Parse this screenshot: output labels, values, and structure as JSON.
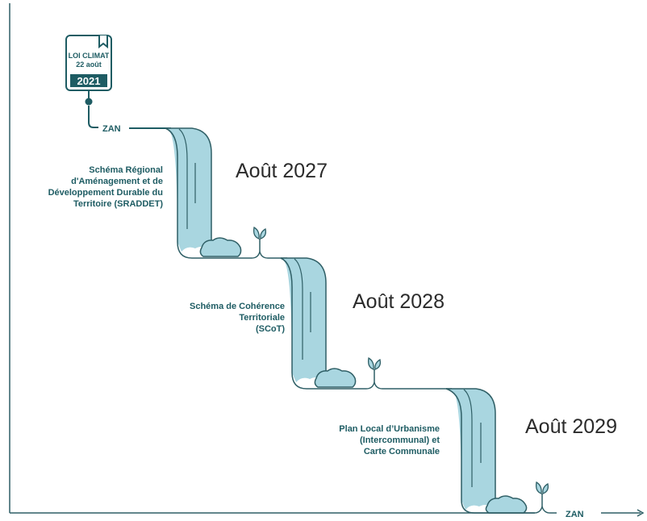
{
  "calendar": {
    "line1": "LOI CLIMAT",
    "line2": "22 août",
    "year": "2021"
  },
  "zan_start": "ZAN",
  "zan_end": "ZAN",
  "steps": [
    {
      "lines": [
        "Schéma Régional",
        "d'Aménagement et de",
        "Développement Durable du",
        "Territoire (SRADDET)"
      ],
      "date": "Août 2027"
    },
    {
      "lines": [
        "Schéma de Cohérence",
        "Territoriale",
        "(SCoT)"
      ],
      "date": "Août 2028"
    },
    {
      "lines": [
        "Plan Local d’Urbanisme",
        "(Intercommunal) et",
        "Carte Communale"
      ],
      "date": "Août 2029"
    }
  ],
  "colors": {
    "teal_dark": "#1e5c63",
    "water": "#a9d6e0",
    "axis": "#2f5f66"
  }
}
